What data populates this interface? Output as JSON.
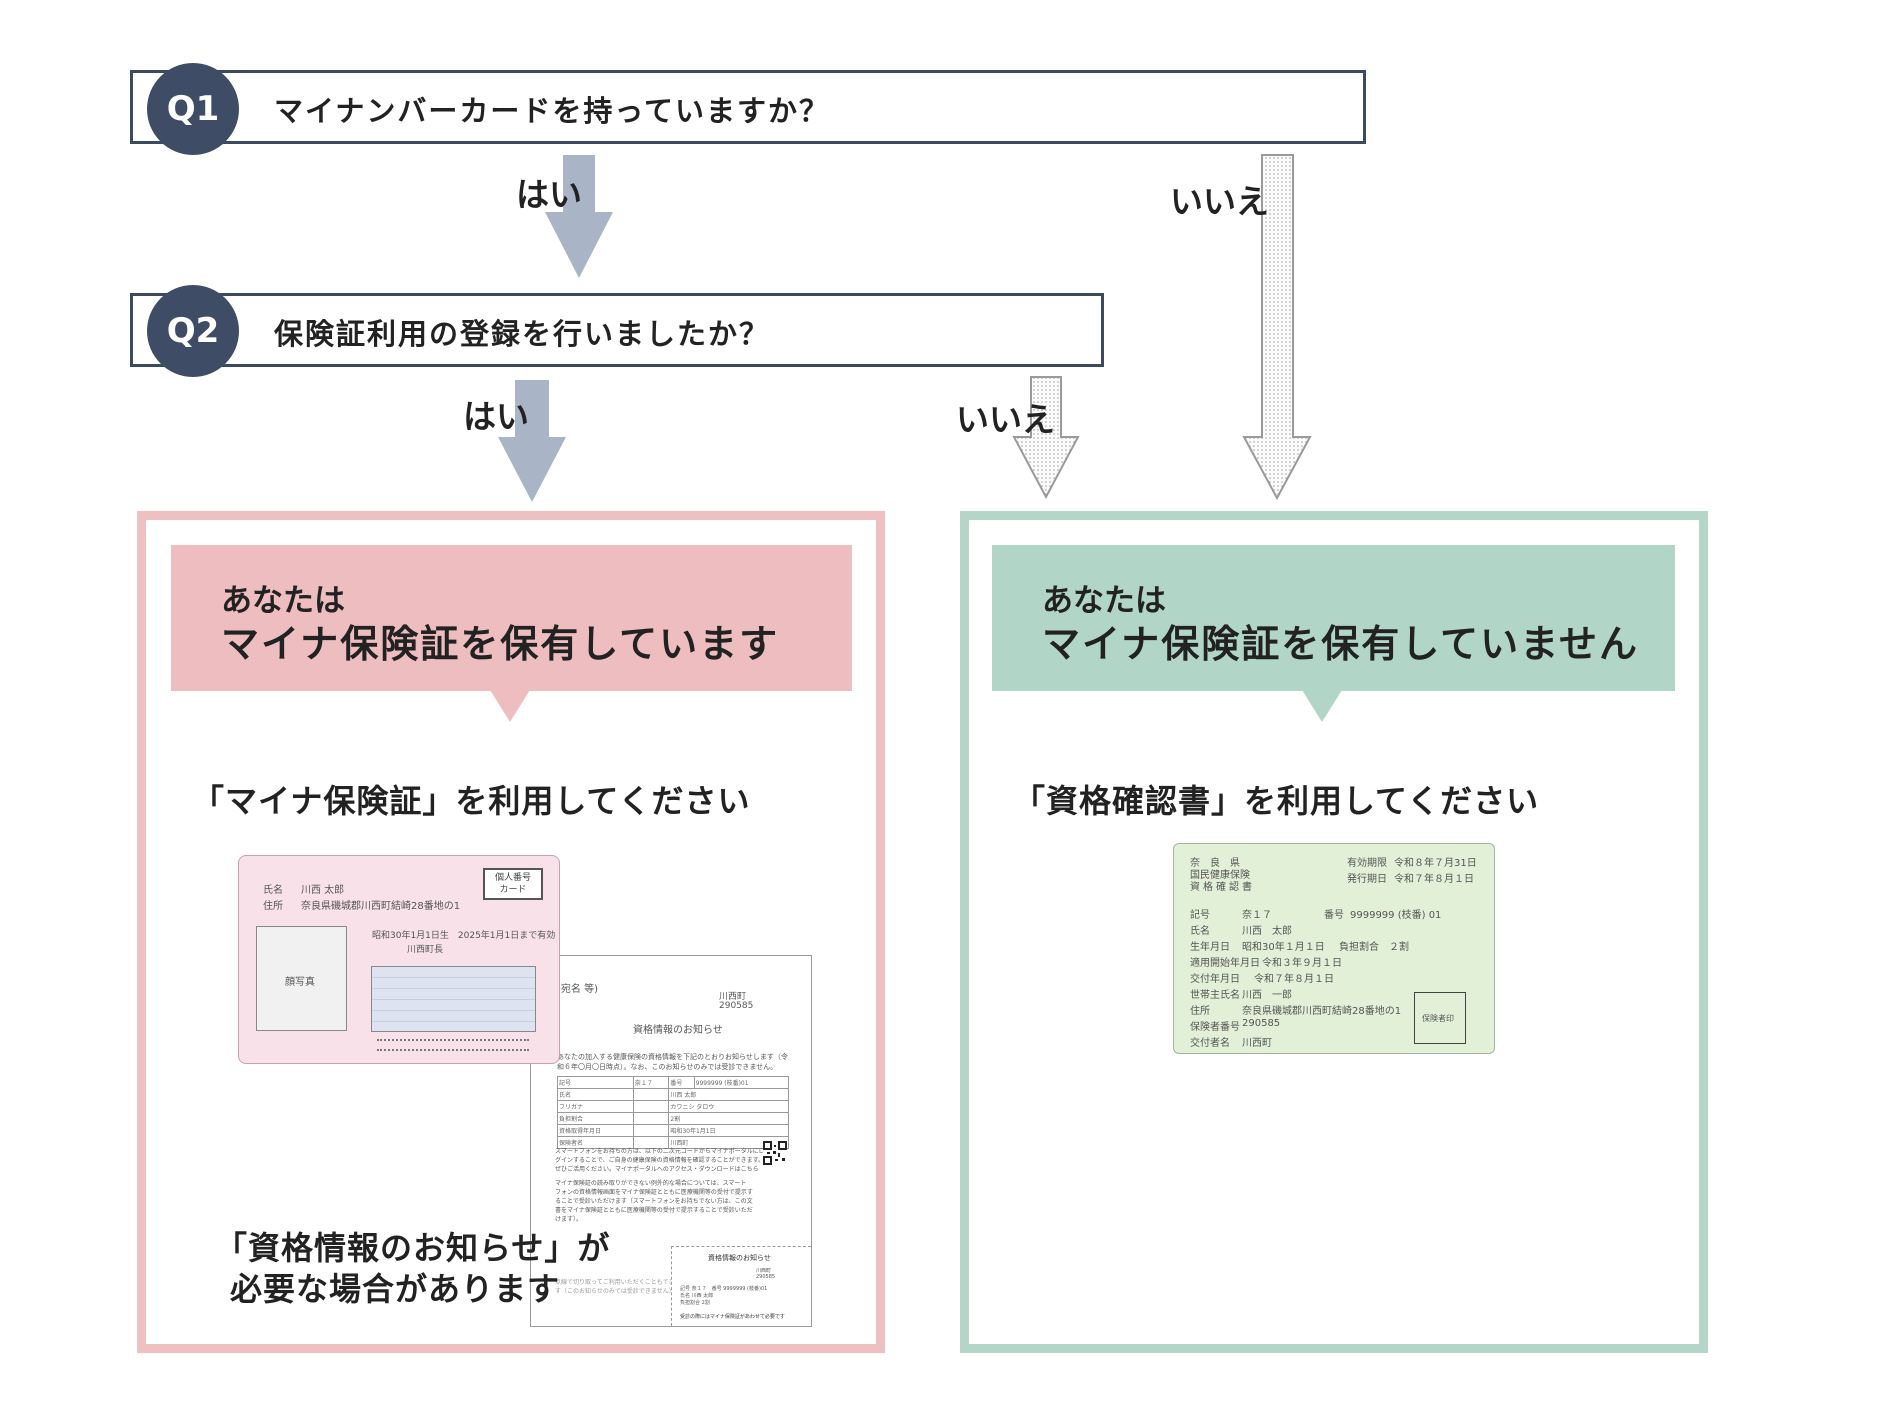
{
  "q1": {
    "badge": "Q1",
    "text": "マイナンバーカードを持っていますか？"
  },
  "q2": {
    "badge": "Q2",
    "text": "保険証利用の登録を行いましたか？"
  },
  "labels": {
    "q1_yes": "はい",
    "q1_no": "いいえ",
    "q2_yes": "はい",
    "q2_no": "いいえ"
  },
  "left_panel": {
    "sub": "あなたは",
    "main": "マイナ保険証を保有しています",
    "instruction": "「マイナ保険証」を利用してください",
    "note_line1": "「資格情報のお知らせ」が",
    "note_line2": "必要な場合があります",
    "card": {
      "name_label": "氏名",
      "name": "川西 太郎",
      "address_label": "住所",
      "address": "奈良県磯城郡川西町結崎28番地の1",
      "badge_line1": "個人番号",
      "badge_line2": "カード",
      "photo": "顔写真",
      "birth": "昭和30年1月1日生　2025年1月1日まで有効",
      "issuer": "川西町長"
    },
    "notice": {
      "addressee": "(宛名 等)",
      "town": "川西町",
      "code": "290585",
      "title": "資格情報のお知らせ",
      "intro_line1": "あなたの加入する健康保険の資格情報を下記のとおりお知らせします（令",
      "intro_line2": "和６年〇月〇日時点）。なお、このお知らせのみでは受診できません。",
      "table": [
        [
          "記号",
          "奈１７",
          "番号",
          "9999999 (枝番)01"
        ],
        [
          "氏名",
          "",
          "川西 太郎",
          ""
        ],
        [
          "フリガナ",
          "",
          "カワニシ タロウ",
          ""
        ],
        [
          "負担割合",
          "",
          "2割",
          ""
        ],
        [
          "資格取得年月日",
          "",
          "昭和30年1月1日",
          ""
        ],
        [
          "保険者名",
          "",
          "川西町",
          ""
        ]
      ],
      "para1_line1": "スマートフォンをお持ちの方は、以下の二次元コードからマイナポータルにロ",
      "para1_line2": "グインすることで、ご自身の健康保険の資格情報を確認することができます。",
      "para1_line3": "ぜひご活用ください。マイナポータルへのアクセス・ダウンロードはこちら",
      "para2_line1": "マイナ保険証の読み取りができない例外的な場合については、スマート",
      "para2_line2": "フォンの資格情報画面をマイナ保険証とともに医療機関等の受付で提示す",
      "para2_line3": "ることで受診いただけます（スマートフォンをお持ちでない方は、この文",
      "para2_line4": "書をマイナ保険証とともに医療機関等の受付で提示することで受診いただ",
      "para2_line5": "けます）。",
      "cut_line1": "点線で切り取ってご利用いただくこともできま",
      "cut_line2": "す（このお知らせのみでは受診できません）",
      "stub_title": "資格情報のお知らせ",
      "stub_town": "川西町",
      "stub_code": "290585",
      "stub_line1": "記号 奈１７　番号 9999999 (枝番)01",
      "stub_line2": "氏名 川西 太郎",
      "stub_line3": "負担割合 2割",
      "stub_footer": "受診の際にはマイナ保険証があわせて必要です"
    }
  },
  "right_panel": {
    "sub": "あなたは",
    "main": "マイナ保険証を保有していません",
    "instruction": "「資格確認書」を利用してください",
    "cert": {
      "pref": "奈　良　県",
      "kind1": "国民健康保険",
      "kind2": "資格確認書",
      "valid_label": "有効期限",
      "valid": "令和８年７月31日",
      "issue_label": "発行期日",
      "issue": "令和７年８月１日",
      "rows": [
        [
          "記号",
          "奈１７",
          "番号",
          "9999999 (枝番) 01"
        ],
        [
          "氏名",
          "川西　太郎",
          "",
          ""
        ],
        [
          "生年月日",
          "昭和30年１月１日",
          "負担割合",
          "２割"
        ],
        [
          "適用開始年月日",
          "令和３年９月１日",
          "",
          ""
        ],
        [
          "交付年月日",
          "令和７年８月１日",
          "",
          ""
        ],
        [
          "世帯主氏名",
          "川西　一郎",
          "",
          ""
        ],
        [
          "住所",
          "奈良県磯城郡川西町結崎28番地の1",
          "",
          ""
        ],
        [
          "保険者番号",
          "290585",
          "",
          ""
        ],
        [
          "交付者名",
          "川西町",
          "",
          ""
        ]
      ],
      "seal": "保険者印"
    }
  },
  "colors": {
    "navy": "#3e4d65",
    "arrow_fill": "#a9b5c6",
    "pink_border": "#efc0c2",
    "pink_banner": "#eebdc0",
    "green_border": "#b3d6c9",
    "green_banner": "#b1d6c8",
    "card_pink": "#f8e1e8",
    "cert_green": "#e3f0d8"
  }
}
